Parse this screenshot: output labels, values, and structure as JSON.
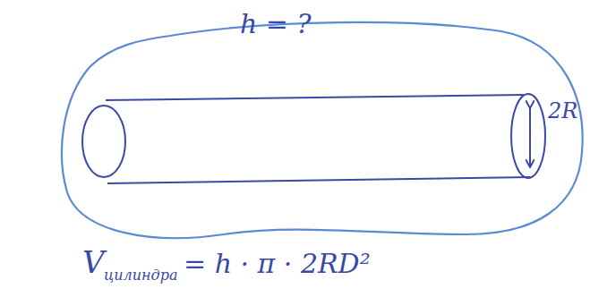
{
  "diagram": {
    "labels": [
      "h = ?",
      "2R",
      "V",
      "цилиндра",
      "= h · π · 2RD²"
    ]
  }
}
